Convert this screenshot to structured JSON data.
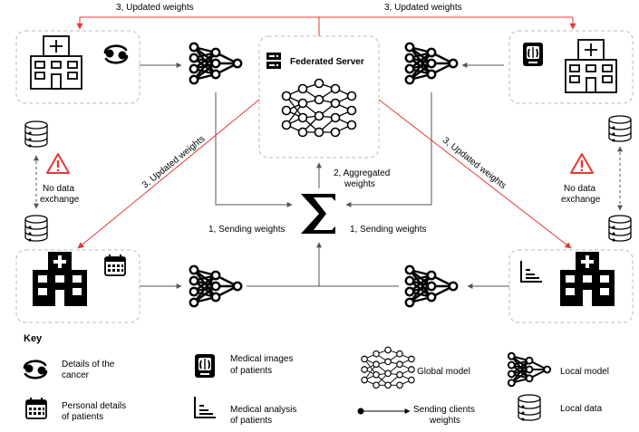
{
  "server": {
    "title": "Federated Server"
  },
  "steps": {
    "updated_top_left": "3, Updated weights",
    "updated_top_right": "3, Updated weights",
    "updated_diag_left": "3, Updated weights",
    "updated_diag_right": "3, Updated weights",
    "aggregated_line1": "2, Aggregated",
    "aggregated_line2": "weights",
    "sending_left": "1, Sending  weights",
    "sending_right": "1, Sending  weights"
  },
  "no_exchange": {
    "line1": "No data",
    "line2": "exchange"
  },
  "key": {
    "title": "Key",
    "cancer_line1": "Details of the",
    "cancer_line2": "cancer",
    "personal_line1": "Personal details",
    "personal_line2": "of patients",
    "images_line1": "Medical images",
    "images_line2": "of patients",
    "analysis_line1": "Medical analysis",
    "analysis_line2": "of patients",
    "global_model": "Global model",
    "sending_line1": "Sending clients",
    "sending_line2": "weights",
    "local_model": "Local model",
    "local_data": "Local data"
  },
  "colors": {
    "update_arrow": "#e53935",
    "flow_arrow": "#555555",
    "dashed_box": "#bbbbbb",
    "warning": "#e53935"
  }
}
